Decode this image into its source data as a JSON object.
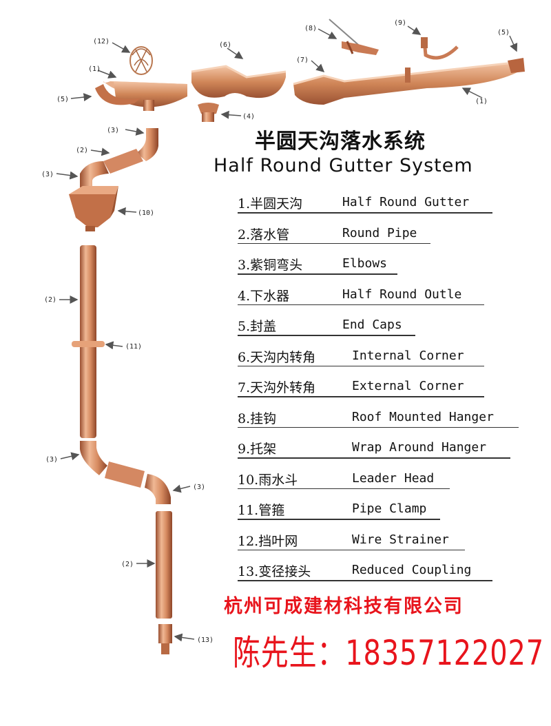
{
  "title_cn": "半圆天沟落水系统",
  "title_en": "Half Round Gutter System",
  "legend": [
    {
      "cn": "1.半圆天沟",
      "en": "Half Round Gutter"
    },
    {
      "cn": "2.落水管",
      "en": "Round Pipe"
    },
    {
      "cn": "3.紫铜弯头",
      "en": "Elbows"
    },
    {
      "cn": "4.下水器",
      "en": "Half Round Outle"
    },
    {
      "cn": "5.封盖",
      "en": "End Caps"
    },
    {
      "cn": "6.天沟内转角",
      "en": "Internal Corner"
    },
    {
      "cn": "7.天沟外转角",
      "en": "External Corner"
    },
    {
      "cn": "8.挂钩",
      "en": "Roof Mounted Hanger"
    },
    {
      "cn": "9.托架",
      "en": "Wrap Around Hanger"
    },
    {
      "cn": "10.雨水斗",
      "en": "Leader Head"
    },
    {
      "cn": "11.管箍",
      "en": "Pipe Clamp"
    },
    {
      "cn": "12.挡叶网",
      "en": "Wire Strainer"
    },
    {
      "cn": "13.变径接头",
      "en": "Reduced Coupling"
    }
  ],
  "callouts": {
    "c12": "(12)",
    "c1a": "(1)",
    "c5a": "(5)",
    "c6": "(6)",
    "c4": "(4)",
    "c7": "(7)",
    "c8": "(8)",
    "c9": "(9)",
    "c5b": "(5)",
    "c1b": "(1)",
    "c3a": "(3)",
    "c2a": "(2)",
    "c3b": "(3)",
    "c10": "(10)",
    "c2b": "(2)",
    "c11": "(11)",
    "c3c": "(3)",
    "c3d": "(3)",
    "c2c": "(2)",
    "c13": "(13)"
  },
  "company": "杭州可成建材科技有限公司",
  "contact": "陈先生：18357122027",
  "colors": {
    "copper": "#c97a54",
    "copper_dark": "#9a4f30",
    "copper_light": "#f0b894",
    "red_text": "#e8141c"
  }
}
